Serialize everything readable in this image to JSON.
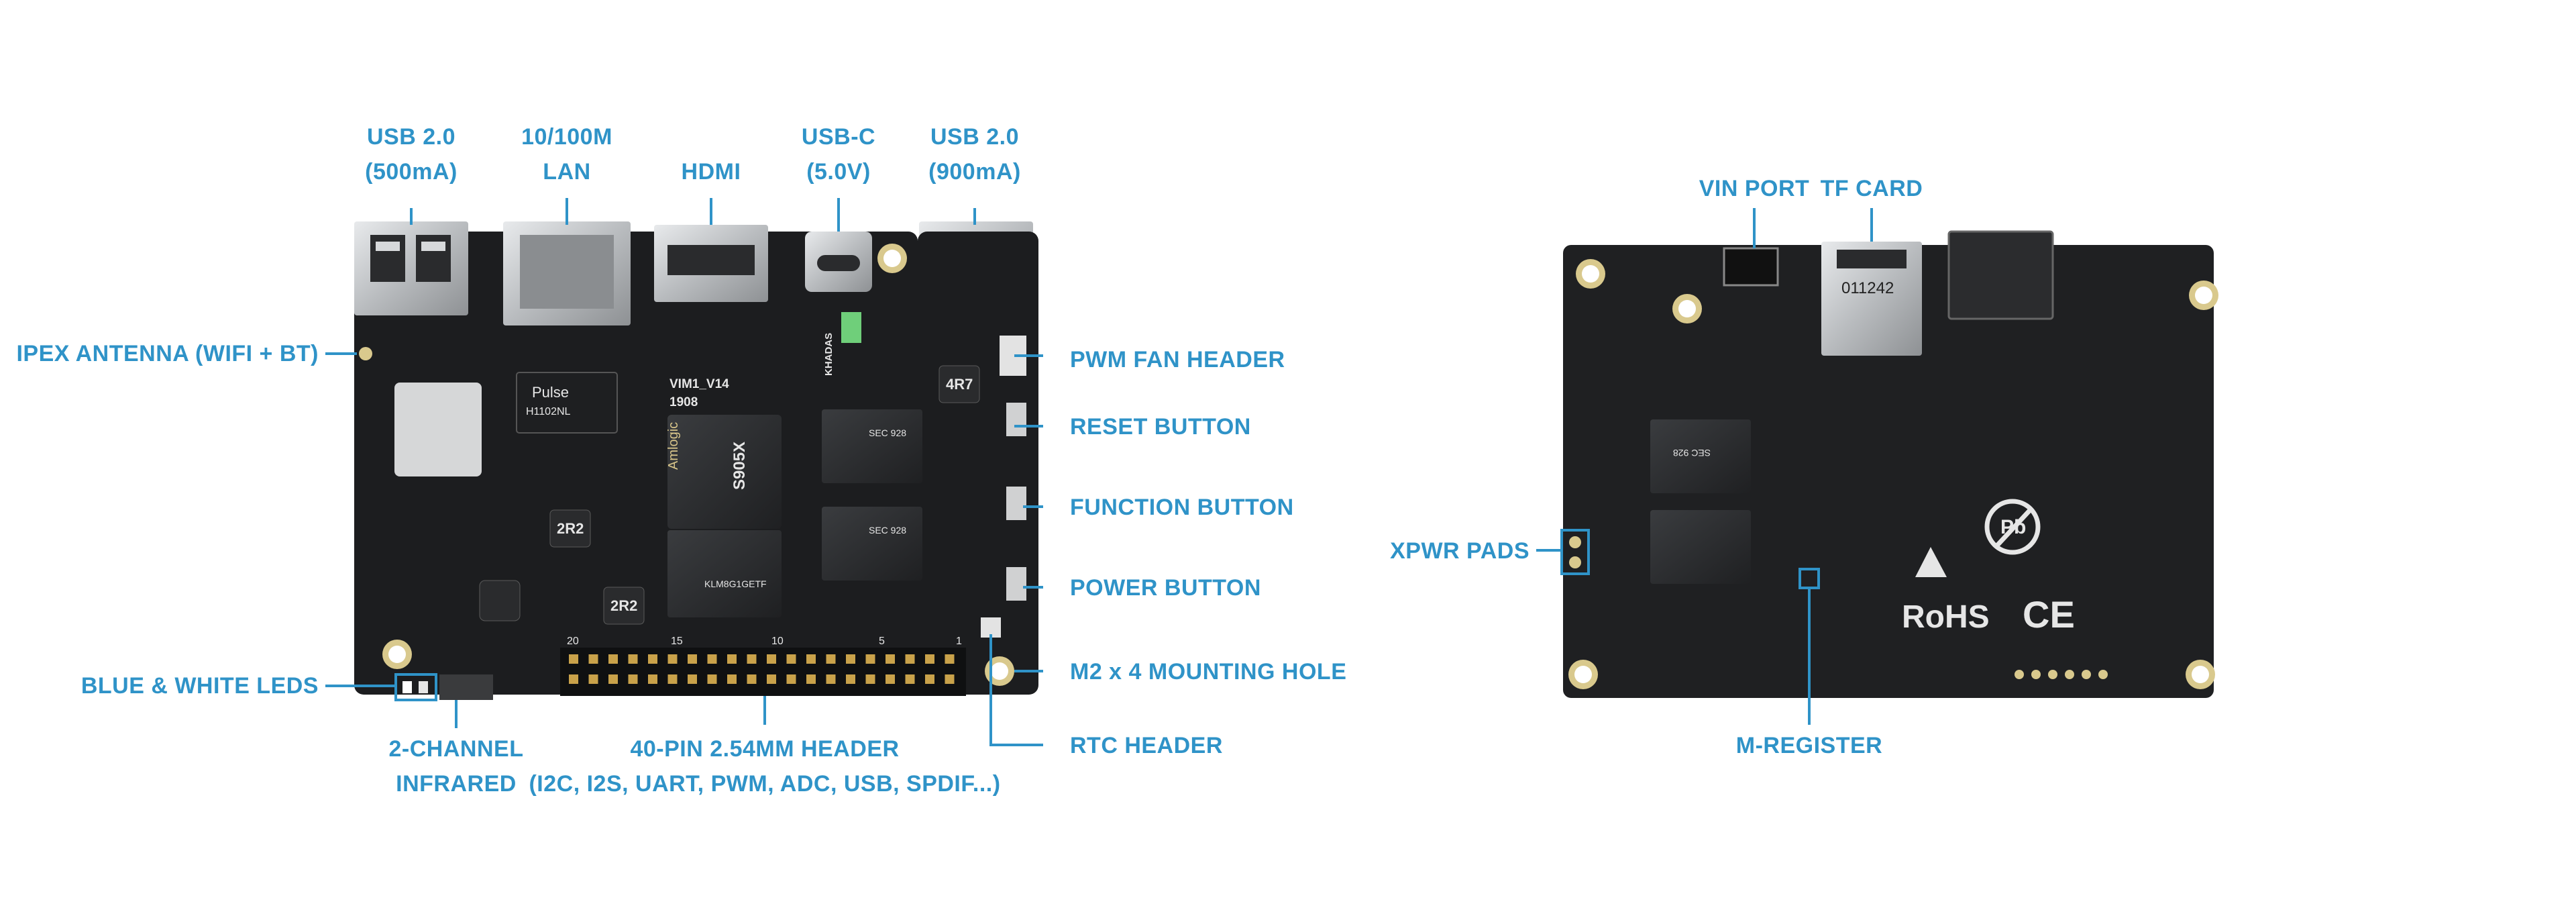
{
  "colors": {
    "accent": "#2f93c8",
    "board": "#1c1d1f",
    "board_dark": "#0f1011",
    "silkscreen": "#e6e6e6",
    "metal": "#c9cbcd",
    "gold": "#c9a24a",
    "background": "#ffffff"
  },
  "front": {
    "top_labels": [
      {
        "line1": "USB 2.0",
        "line2": "(500mA)"
      },
      {
        "line1": "10/100M",
        "line2": "LAN"
      },
      {
        "line1": "HDMI",
        "line2": ""
      },
      {
        "line1": "USB-C",
        "line2": "(5.0V)"
      },
      {
        "line1": "USB 2.0",
        "line2": "(900mA)"
      }
    ],
    "left_labels": {
      "ipex": "IPEX ANTENNA (WIFI + BT)",
      "leds": "BLUE & WHITE LEDS"
    },
    "right_labels": {
      "pwm_fan": "PWM FAN HEADER",
      "reset": "RESET BUTTON",
      "function": "FUNCTION BUTTON",
      "power": "POWER BUTTON",
      "mounting": "M2 x 4 MOUNTING HOLE",
      "rtc": "RTC HEADER"
    },
    "bottom_labels": {
      "infrared_1": "2-CHANNEL",
      "infrared_2": "INFRARED",
      "header_1": "40-PIN 2.54MM HEADER",
      "header_2": "(I2C, I2S, UART, PWM, ADC, USB, SPDIF...)"
    },
    "silkscreen": {
      "board_name": "VIM1_V14",
      "date": "1908",
      "brand": "KHADAS",
      "pulse": "Pulse",
      "pulse_part": "H1102NL",
      "soc_brand": "Amlogic",
      "soc_model": "S905X",
      "ram_text": "SEC 928",
      "emmc_text": "KLM8G1GETF",
      "inductor": "2R2",
      "inductor2": "4R7",
      "pin20": "20",
      "pin15": "15",
      "pin10": "10",
      "pin5": "5",
      "pin1": "1"
    }
  },
  "back": {
    "labels": {
      "vin": "VIN PORT",
      "tf": "TF CARD",
      "xpwr": "XPWR PADS",
      "mreg": "M-REGISTER"
    },
    "silkscreen": {
      "tf_code": "011242",
      "rohs": "RoHS",
      "ce": "CE",
      "pb": "Pb",
      "ram_text": "SEC 928"
    }
  }
}
